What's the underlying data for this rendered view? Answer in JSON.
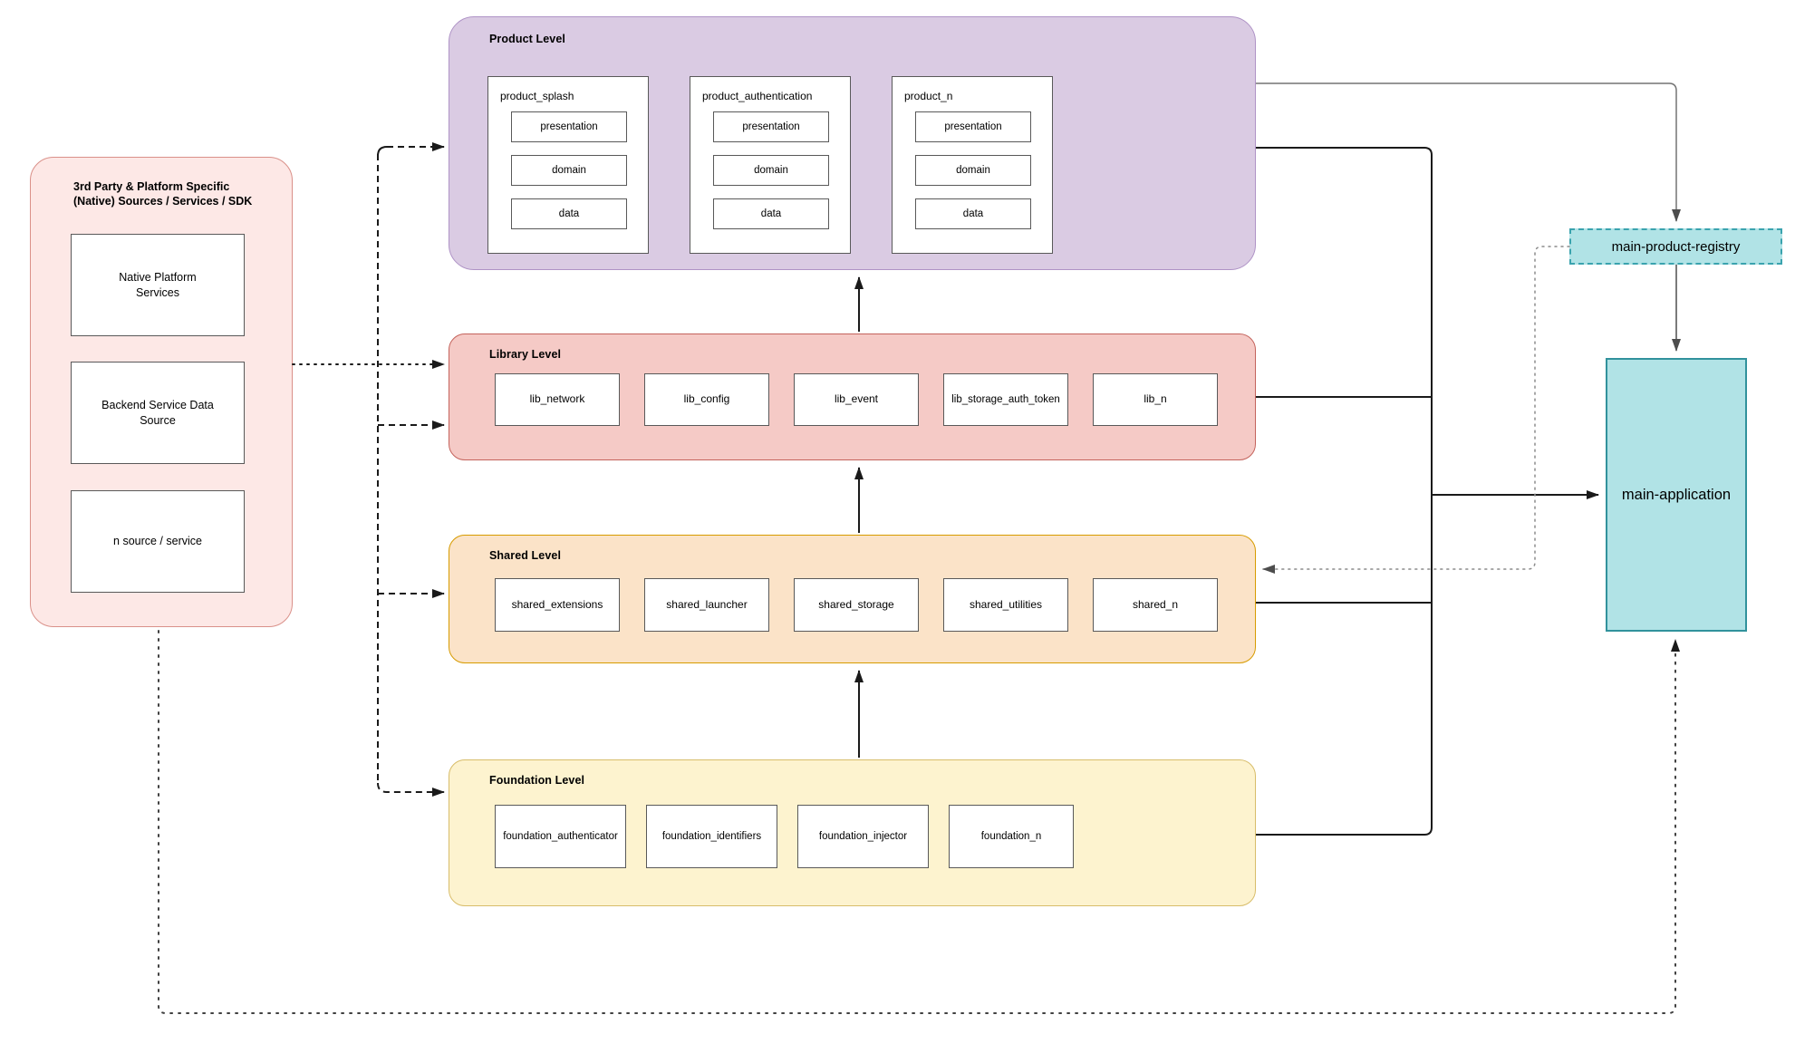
{
  "third_party": {
    "title": "3rd Party & Platform Specific (Native) Sources / Services / SDK",
    "boxes": [
      "Native Platform Services",
      "Backend Service Data Source",
      "n source / service"
    ]
  },
  "levels": {
    "product": {
      "title": "Product Level",
      "modules": [
        {
          "name": "product_splash",
          "layers": [
            "presentation",
            "domain",
            "data"
          ]
        },
        {
          "name": "product_authentication",
          "layers": [
            "presentation",
            "domain",
            "data"
          ]
        },
        {
          "name": "product_n",
          "layers": [
            "presentation",
            "domain",
            "data"
          ]
        }
      ]
    },
    "library": {
      "title": "Library Level",
      "boxes": [
        "lib_network",
        "lib_config",
        "lib_event",
        "lib_storage_auth_token",
        "lib_n"
      ]
    },
    "shared": {
      "title": "Shared Level",
      "boxes": [
        "shared_extensions",
        "shared_launcher",
        "shared_storage",
        "shared_utilities",
        "shared_n"
      ]
    },
    "foundation": {
      "title": "Foundation Level",
      "boxes": [
        "foundation_authenticator",
        "foundation_identifiers",
        "foundation_injector",
        "foundation_n"
      ]
    }
  },
  "right": {
    "registry": "main-product-registry",
    "application": "main-application"
  },
  "colors": {
    "product_fill": "#DACBE3",
    "product_stroke": "#AF93C6",
    "library_fill": "#F5CAC6",
    "library_stroke": "#C4635C",
    "shared_fill": "#FBE3C8",
    "shared_stroke": "#D79B00",
    "foundation_fill": "#FDF3CF",
    "foundation_stroke": "#D8BD6A",
    "third_party_fill": "#FDE8E6",
    "third_party_stroke": "#DA9089",
    "teal_fill": "#B1E3E6",
    "teal_stroke": "#31929C",
    "wire_black": "#1a1a1a",
    "wire_gray": "#737373"
  }
}
